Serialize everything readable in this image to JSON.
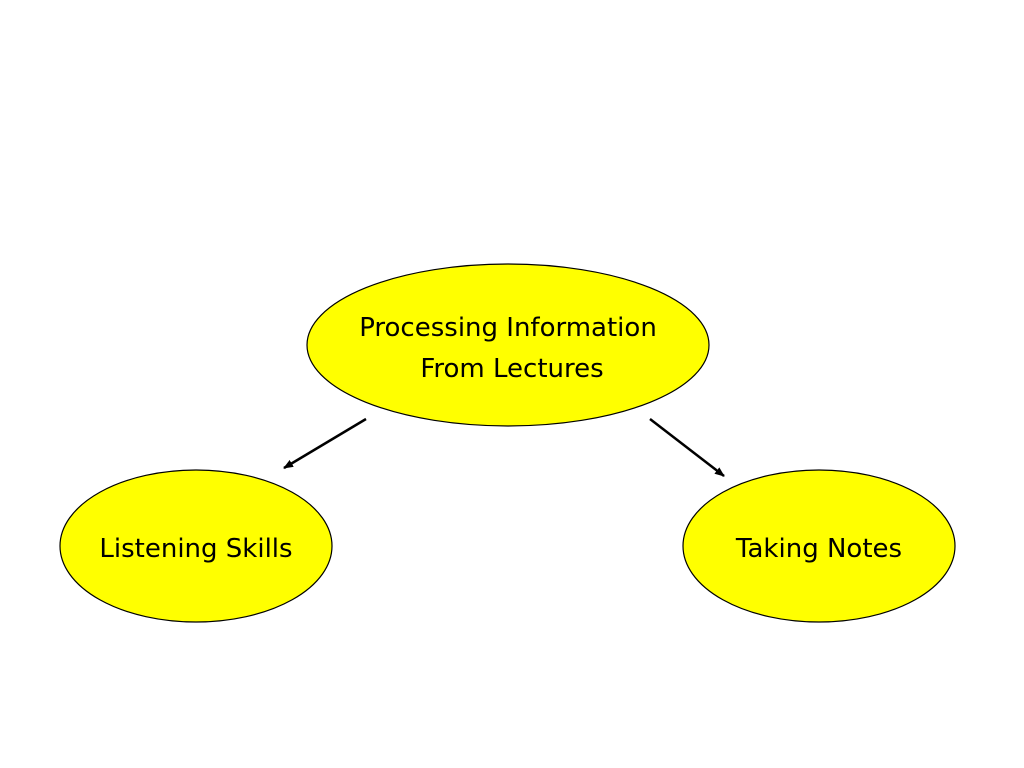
{
  "diagram": {
    "nodes": {
      "root": {
        "line1": "Processing Information",
        "line2": "From Lectures"
      },
      "left": {
        "label": "Listening Skills"
      },
      "right": {
        "label": "Taking Notes"
      }
    },
    "colors": {
      "node_fill": "#ffff00",
      "node_stroke": "#000000",
      "arrow": "#000000",
      "text": "#000000",
      "background": "#ffffff"
    }
  }
}
